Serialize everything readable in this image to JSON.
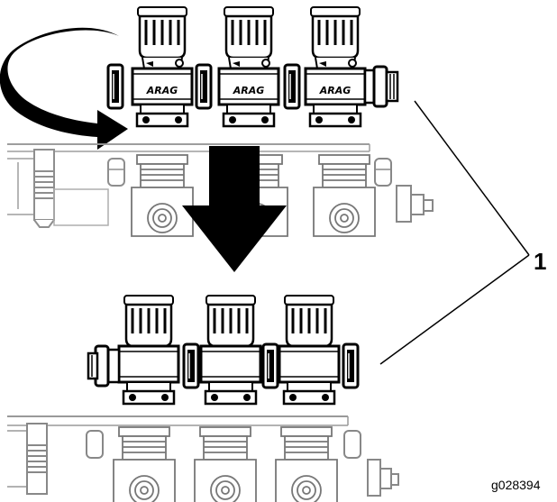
{
  "callout": {
    "number": "1"
  },
  "figure_id": "g028394",
  "valves_top": [
    {
      "brand_text": "ARAG"
    },
    {
      "brand_text": "ARAG"
    },
    {
      "brand_text": "ARAG"
    }
  ],
  "valves_bottom_count": 3,
  "colors": {
    "line": "#000000",
    "fill": "#ffffff",
    "faded": "#8a8a8a"
  }
}
